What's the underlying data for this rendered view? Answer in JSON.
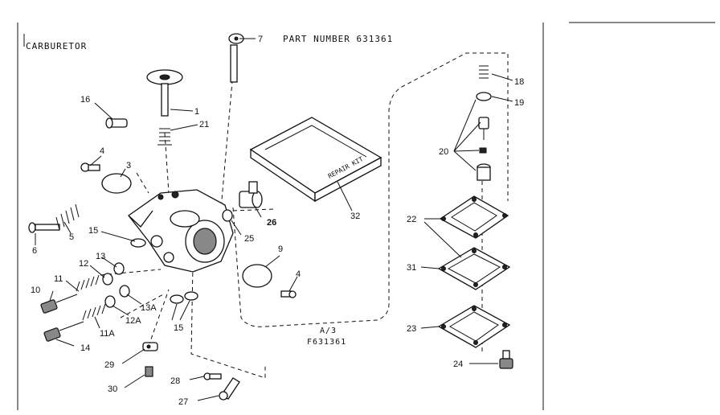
{
  "header": {
    "title": "CARBURETOR",
    "part_number": "PART NUMBER 631361"
  },
  "footer": {
    "code_line1": "A/3",
    "code_line2": "F631361"
  },
  "repair_kit_text": "REPAIR KIT",
  "callouts": {
    "c1": "1",
    "c3": "3",
    "c4a": "4",
    "c4b": "4",
    "c5": "5",
    "c6": "6",
    "c7": "7",
    "c9": "9",
    "c10": "10",
    "c11": "11",
    "c11a": "11A",
    "c12": "12",
    "c12a": "12A",
    "c13": "13",
    "c13a": "13A",
    "c14": "14",
    "c15a": "15",
    "c15b": "15",
    "c16": "16",
    "c18": "18",
    "c19": "19",
    "c20": "20",
    "c21": "21",
    "c22": "22",
    "c23": "23",
    "c24": "24",
    "c25": "25",
    "c26": "26",
    "c27": "27",
    "c28": "28",
    "c29": "29",
    "c30": "30",
    "c31": "31",
    "c32": "32"
  }
}
